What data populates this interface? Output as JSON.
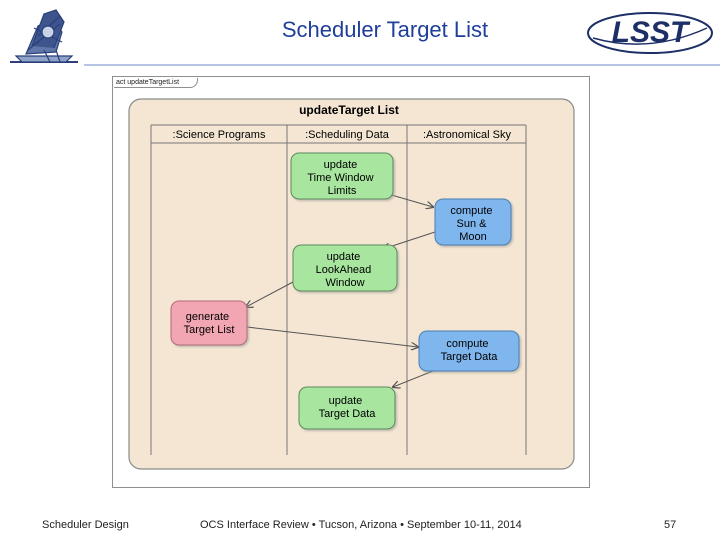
{
  "slide": {
    "title": "Scheduler Target List",
    "footer_left": "Scheduler Design",
    "footer_center": "OCS Interface Review • Tucson, Arizona • September 10-11, 2014",
    "page_number": "57",
    "logos": {
      "left": "telescope-logo-icon",
      "right": "lsst-logo-icon"
    }
  },
  "diagram": {
    "frame_label": "act updateTargetList",
    "title": "updateTarget List",
    "lanes": [
      ":Science Programs",
      ":Scheduling Data",
      ":Astronomical Sky"
    ],
    "nodes": [
      {
        "id": "update-time-window",
        "lines": [
          "update",
          "Time Window",
          "Limits"
        ],
        "color": "#a8e6a0"
      },
      {
        "id": "compute-sun-moon",
        "lines": [
          "compute",
          "Sun &",
          "Moon"
        ],
        "color": "#7fb6ee"
      },
      {
        "id": "update-lookahead",
        "lines": [
          "update",
          "LookAhead",
          "Window"
        ],
        "color": "#a8e6a0"
      },
      {
        "id": "generate-target-list",
        "lines": [
          "generate",
          "Target List"
        ],
        "color": "#f2a6b4"
      },
      {
        "id": "compute-target-data",
        "lines": [
          "compute",
          "Target Data"
        ],
        "color": "#7fb6ee"
      },
      {
        "id": "update-target-data",
        "lines": [
          "update",
          "Target Data"
        ],
        "color": "#a8e6a0"
      }
    ],
    "colors": {
      "background": "#f4e6d2",
      "frame_border": "#8a8a8a",
      "node_border": "#5c8a5c",
      "arrow": "#555555"
    }
  }
}
